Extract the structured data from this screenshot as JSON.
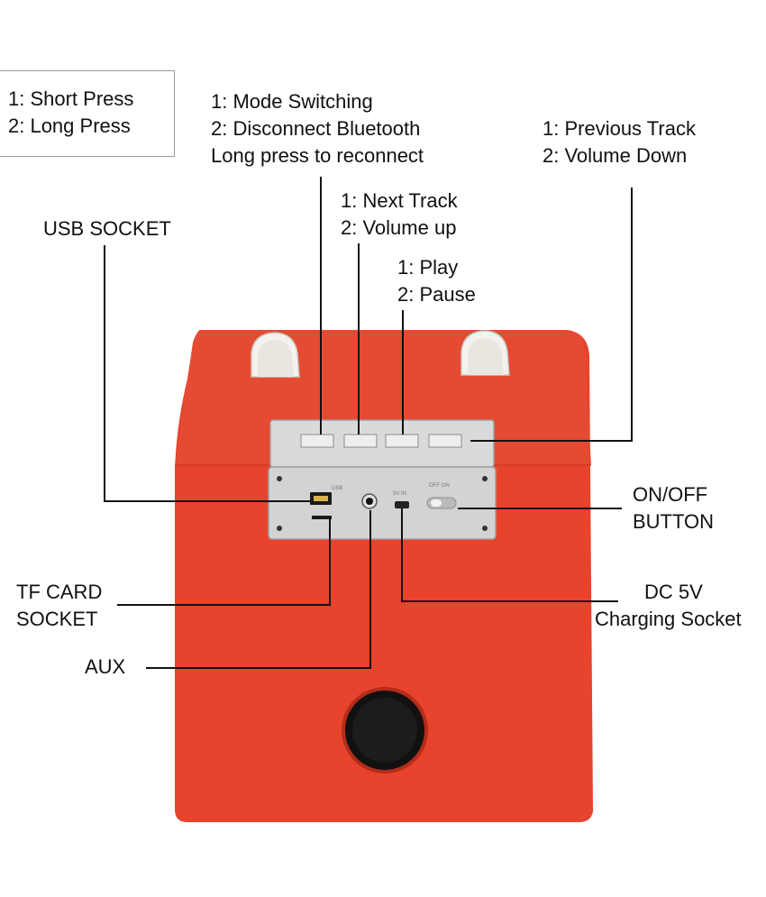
{
  "legend": {
    "line1": "1: Short Press",
    "line2": "2: Long Press"
  },
  "labels": {
    "mode": {
      "line1": "1: Mode Switching",
      "line2": "2: Disconnect Bluetooth",
      "line3": "Long press to reconnect"
    },
    "prev": {
      "line1": "1: Previous Track",
      "line2": "2: Volume Down"
    },
    "next": {
      "line1": "1: Next Track",
      "line2": "2: Volume up"
    },
    "play": {
      "line1": "1: Play",
      "line2": "2: Pause"
    },
    "usb": "USB SOCKET",
    "onoff": {
      "line1": "ON/OFF",
      "line2": "BUTTON"
    },
    "tfcard": {
      "line1": "TF CARD",
      "line2": "SOCKET"
    },
    "dc": {
      "line1": "DC 5V",
      "line2": "Charging Socket"
    },
    "aux": "AUX"
  },
  "panel": {
    "usb_text": "USB",
    "dc_text": "5V IN",
    "switch_text": "OFF ON"
  },
  "colors": {
    "speaker_body": "#e8432c",
    "speaker_shade": "#d33a24",
    "panel_silver": "#d9dadb",
    "leader_line": "#111111",
    "handle_white": "#f4f2ee"
  }
}
